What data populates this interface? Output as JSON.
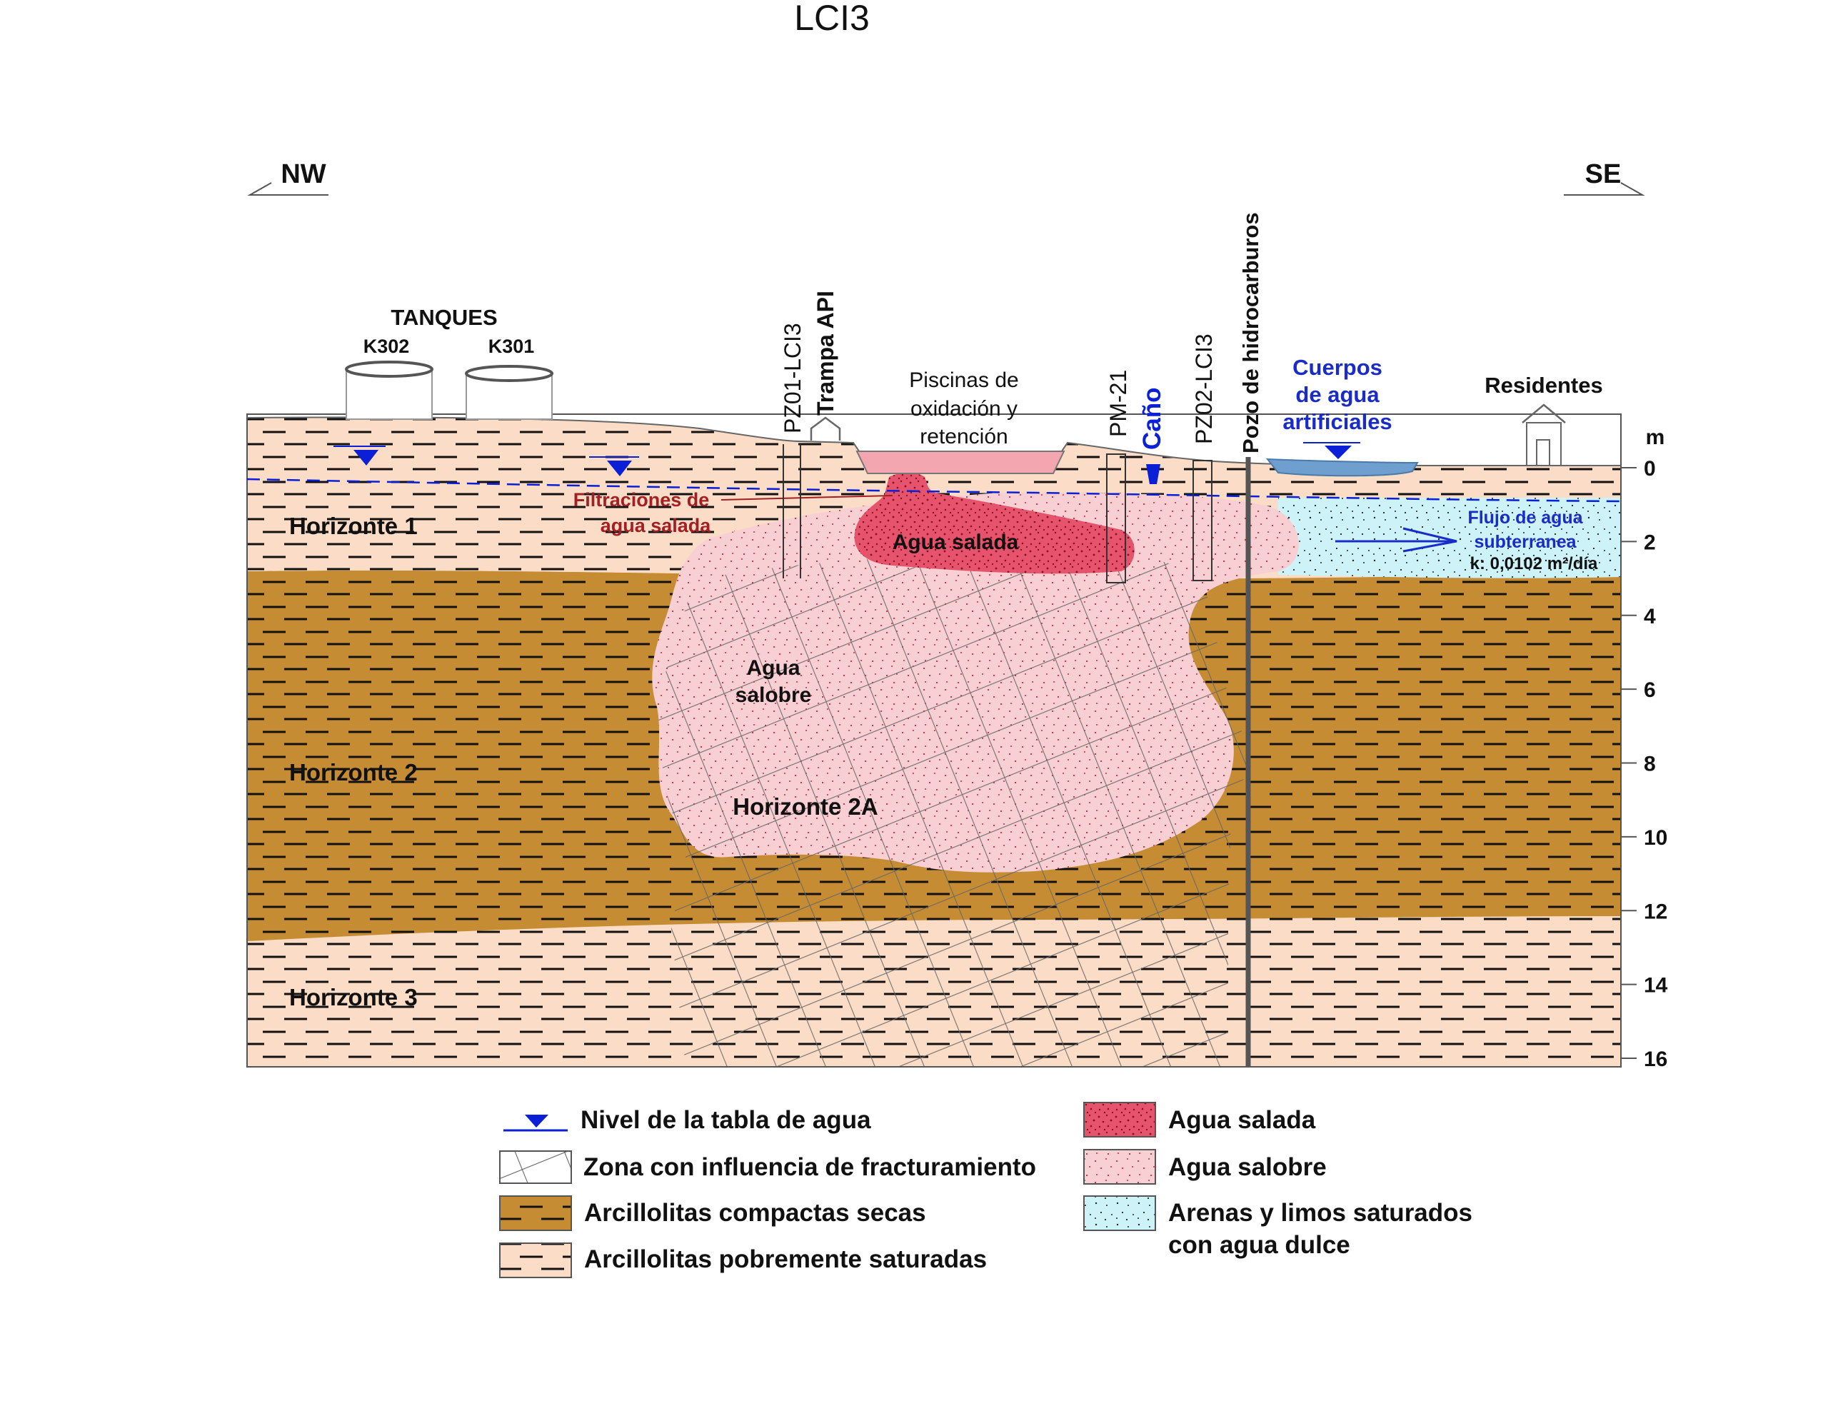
{
  "title": "LCI3",
  "directions": {
    "left": "NW",
    "right": "SE"
  },
  "surface_labels": {
    "tanks_title": "TANQUES",
    "tank_a": "K302",
    "tank_b": "K301",
    "pools": [
      "Piscinas de",
      "oxidación y",
      "retención"
    ],
    "residents": "Residentes",
    "water_bodies": [
      "Cuerpos",
      "de agua",
      "artificiales"
    ]
  },
  "wells": {
    "pz01": "PZ01-LCI3",
    "api_trap": "Trampa API",
    "pm21": "PM-21",
    "cano": "Caño",
    "pz02": "PZ02-LCI3",
    "hydrocarbon_well": "Pozo de hidrocarburos"
  },
  "section_labels": {
    "horizon1": "Horizonte 1",
    "horizon2": "Horizonte 2",
    "horizon2a": "Horizonte 2A",
    "horizon3": "Horizonte 3",
    "salt_water": "Agua salada",
    "brackish": [
      "Agua",
      "salobre"
    ],
    "leaks": [
      "Filtraciones de",
      "agua salada"
    ],
    "flow": [
      "Flujo de agua",
      "subterranea"
    ],
    "k_value": "k: 0,0102 m²/día"
  },
  "depth_scale": {
    "unit": "m",
    "ticks": [
      0,
      2,
      4,
      6,
      8,
      10,
      12,
      14,
      16
    ]
  },
  "legend": {
    "items": [
      {
        "key": "water-table",
        "label": "Nivel de la tabla de agua"
      },
      {
        "key": "fracture",
        "label": "Zona con influencia de fracturamiento"
      },
      {
        "key": "compact",
        "label": "Arcillolitas compactas secas"
      },
      {
        "key": "poor",
        "label": "Arcillolitas pobremente saturadas"
      },
      {
        "key": "salt",
        "label": "Agua salada"
      },
      {
        "key": "brackish",
        "label": "Agua salobre"
      },
      {
        "key": "sand",
        "label": [
          "Arenas y limos saturados",
          "con agua dulce"
        ]
      }
    ]
  },
  "colors": {
    "poor_clay": "#fbdcc6",
    "compact_clay": "#c68c33",
    "salt_water": "#e5546c",
    "brackish": "#f8cfd3",
    "fresh_sand": "#cdf3f8",
    "water_blue": "#0a1fd6",
    "leak_red": "#a31f24",
    "pond_blue": "#6f9fcf"
  }
}
